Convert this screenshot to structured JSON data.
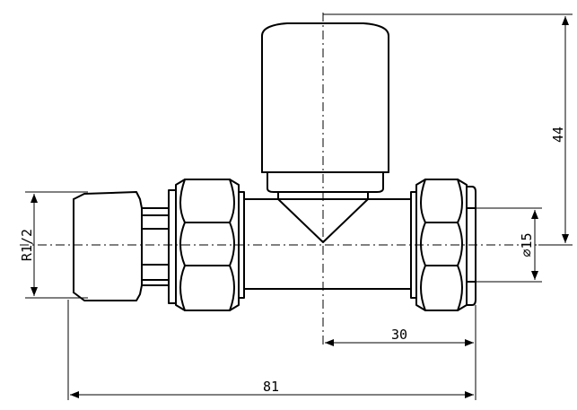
{
  "dimensions": {
    "overall_length": "81",
    "center_to_end": "30",
    "height": "44",
    "pipe_diameter": "15",
    "thread": "R1/2"
  },
  "symbols": {
    "diameter": "⌀"
  }
}
